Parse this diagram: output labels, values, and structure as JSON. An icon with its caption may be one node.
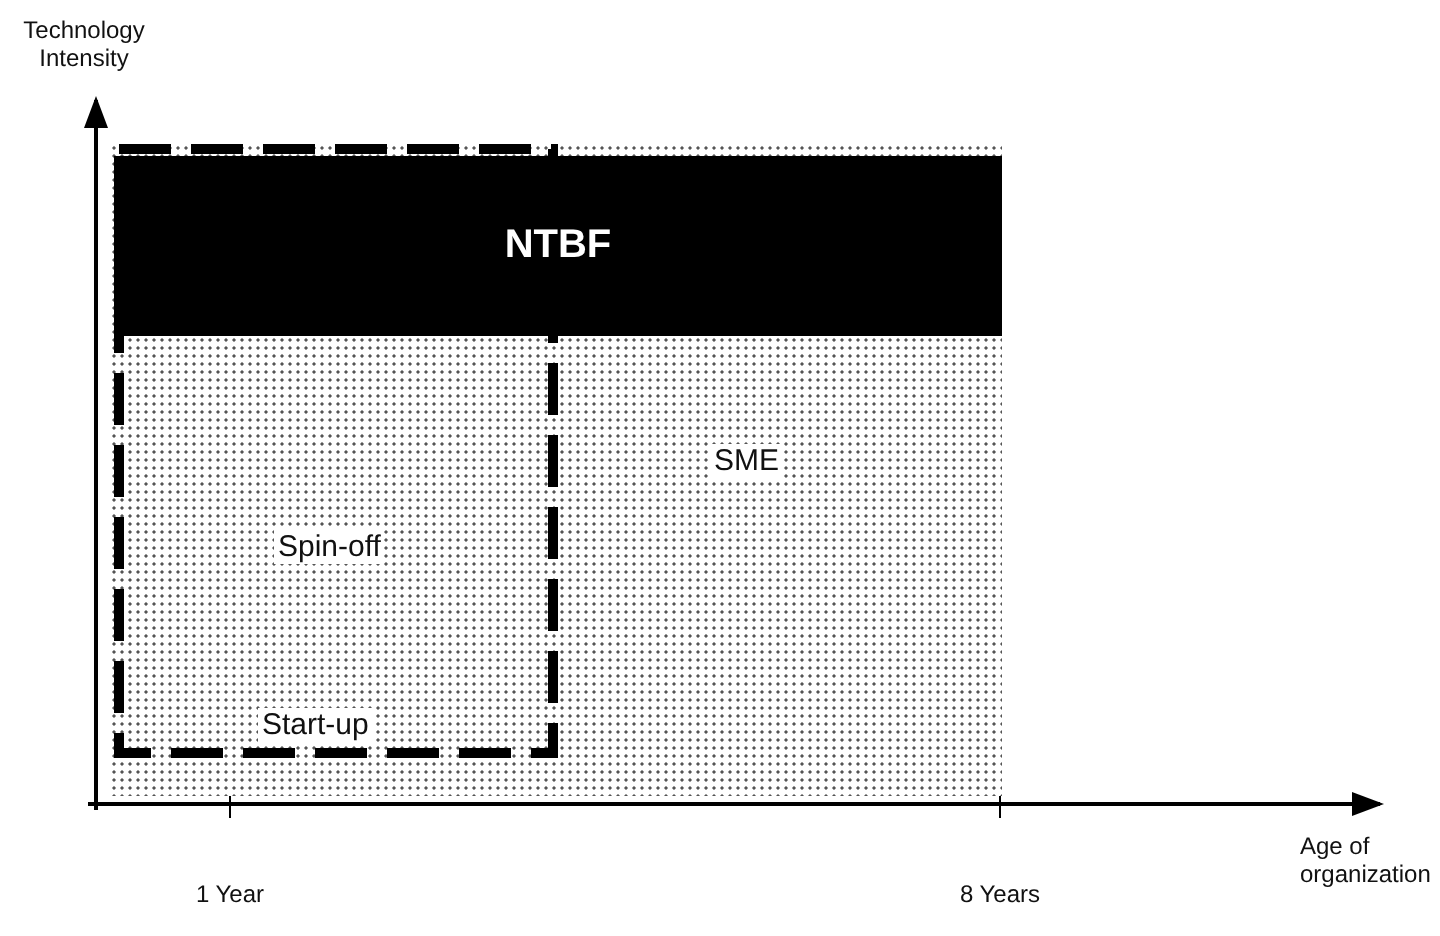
{
  "diagram": {
    "nodes": [
      {
        "text": [
          "SME"
        ]
      },
      {
        "text": [
          "NTBF"
        ],
        "in": 0
      },
      {
        "text": [
          "Spin-off",
          "Start-up"
        ],
        "in": 0
      }
    ],
    "edges": [],
    "labels": [
      "Technology Intensity",
      "Age of organization",
      "1 Year",
      "8 Years"
    ]
  }
}
